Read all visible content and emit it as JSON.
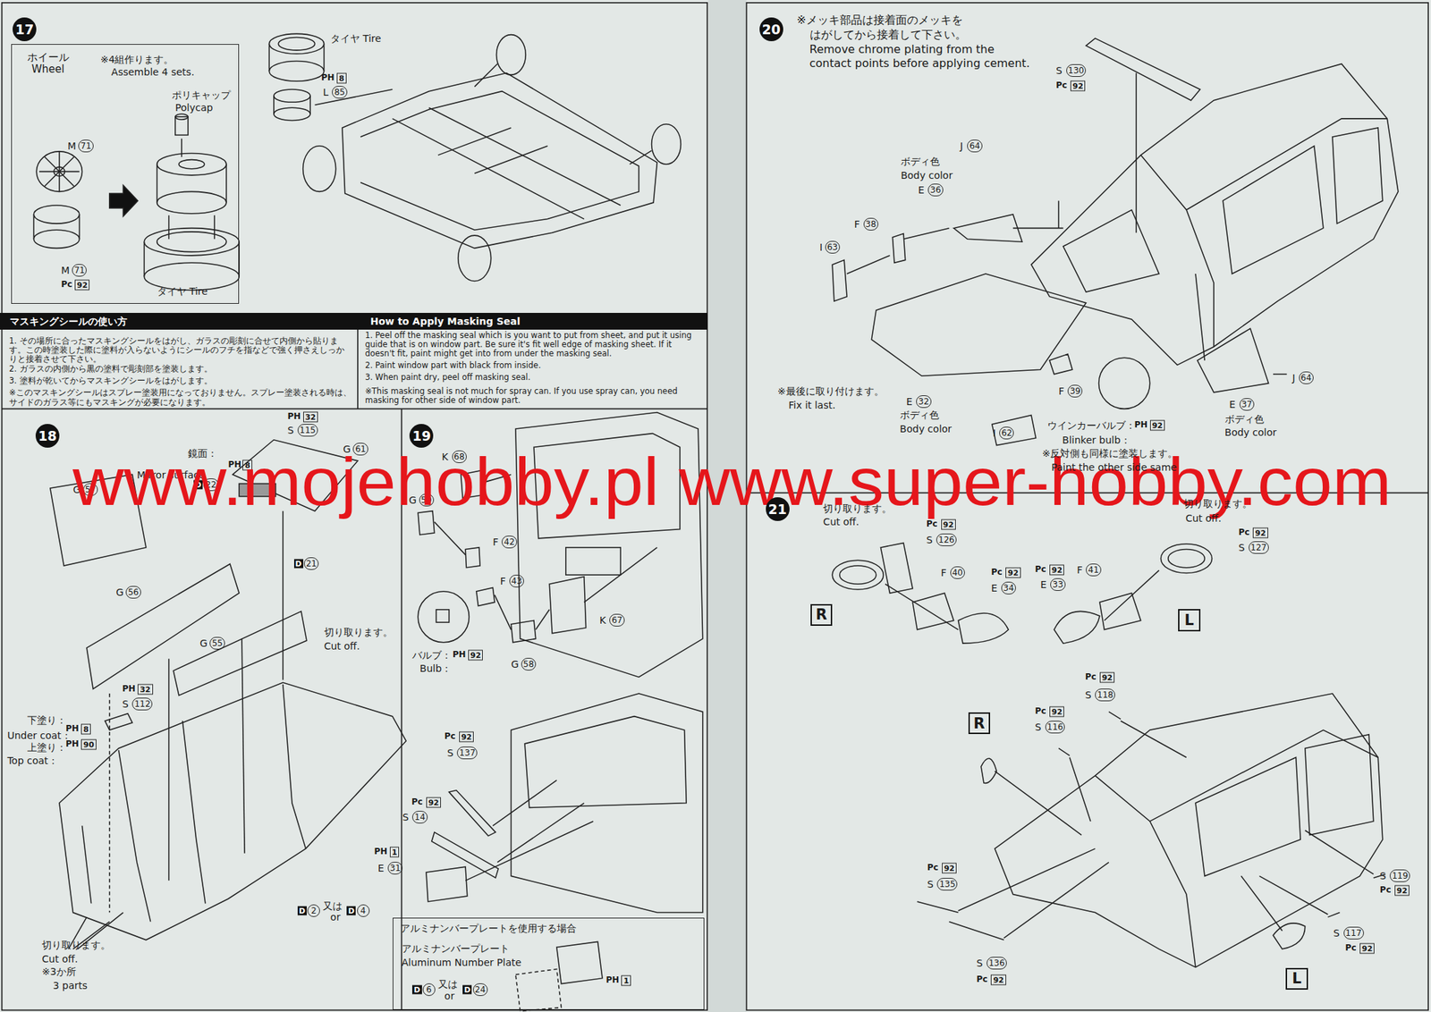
{
  "diagram": {
    "nodes": [
      {
        "text": [
          "ホイール Wheel"
        ]
      },
      {
        "text": [
          "マスキングシールの使い方",
          "How to Apply Masking Seal"
        ]
      },
      {
        "text": [
          "アルミナンバープレートを使用する場合"
        ]
      },
      {
        "text": [
          "R"
        ]
      },
      {
        "text": [
          "L"
        ]
      },
      {
        "text": [
          "R"
        ]
      },
      {
        "text": [
          "L"
        ]
      }
    ],
    "labels": [
      "17",
      "※4組作ります。",
      "Assemble 4 sets.",
      "ポリキャップ",
      "Polycap",
      "M",
      "71",
      "M",
      "71",
      "Pc",
      "92",
      "タイヤ Tire",
      "タイヤ Tire",
      "PH",
      "8",
      "L",
      "85",
      "1. その場所に合ったマスキングシールをはがし、ガラスの彫刻に合せて内側から貼ります。この時塗装した際に塗料が入らないようにシールのフチを指などで強く押さえしっかりと接着させて下さい。",
      "2. ガラスの内側から黒の塗料で彫刻部を塗装します。",
      "3. 塗料が乾いてからマスキングシールをはがします。",
      "※このマスキングシールはスプレー塗装用になっておりません。スプレー塗装される時は、サイドのガラス等にもマスキングが必要になります。",
      "1. Peel off the masking seal which is you want to put from sheet, and put it using guide that is on window part. Be sure it's fit well edge of masking sheet. If it doesn't fit, paint might get into from under the masking seal.",
      "2. Paint window part with black from inside.",
      "3. When paint dry, peel off masking seal.",
      "※This masking seal is not much for spray can. If you use spray can, you need masking for other side of window part.",
      "18",
      "鏡面：",
      "Mirror surface",
      "PH",
      "8",
      "PH",
      "32",
      "S",
      "115",
      "G",
      "61",
      "D",
      "22",
      "D",
      "21",
      "G",
      "57",
      "G",
      "56",
      "G",
      "55",
      "切り取ります。",
      "Cut off.",
      "PH",
      "32",
      "S",
      "112",
      "下塗り：",
      "PH",
      "8",
      "Under coat：",
      "上塗り：",
      "PH",
      "90",
      "Top coat：",
      "切り取ります。",
      "Cut off.",
      "※3か所",
      "3 parts",
      "19",
      "K",
      "68",
      "G",
      "59",
      "F",
      "42",
      "F",
      "43",
      "バルブ：",
      "PH",
      "92",
      "Bulb：",
      "G",
      "58",
      "K",
      "67",
      "Pc",
      "92",
      "S",
      "137",
      "Pc",
      "92",
      "S",
      "14",
      "PH",
      "1",
      "E",
      "31",
      "D",
      "2",
      "又は",
      "or",
      "D",
      "4",
      "アルミナンバープレート",
      "Aluminum Number Plate",
      "D",
      "6",
      "又は",
      "or",
      "D",
      "24",
      "PH",
      "1",
      "www.mojehobby.pl www.super-hobby.com",
      "20",
      "※メッキ部品は接着面のメッキを",
      "はがしてから接着して下さい。",
      "Remove chrome plating from the",
      "contact points before applying cement.",
      "S",
      "130",
      "Pc",
      "92",
      "J",
      "64",
      "ボディ色",
      "Body color",
      "E",
      "36",
      "F",
      "38",
      "I",
      "63",
      "※最後に取り付けます。",
      "Fix it last.",
      "F",
      "39",
      "J",
      "64",
      "E",
      "32",
      "ボディ色",
      "Body color",
      "E",
      "37",
      "ボディ色",
      "Body color",
      "ウインカーバルブ：",
      "PH",
      "92",
      "I",
      "62",
      "Blinker bulb：",
      "※反対側も同様に塗装します。",
      "Paint the other side same",
      "21",
      "切り取ります。",
      "Cut off.",
      "Pc",
      "92",
      "S",
      "126",
      "切り取ります。",
      "Cut off.",
      "Pc",
      "92",
      "S",
      "127",
      "F",
      "40",
      "Pc",
      "92",
      "E",
      "34",
      "Pc",
      "92",
      "E",
      "33",
      "F",
      "41",
      "Pc",
      "92",
      "S",
      "118",
      "Pc",
      "92",
      "S",
      "116",
      "Pc",
      "92",
      "S",
      "135",
      "S",
      "119",
      "Pc",
      "92",
      "S",
      "117",
      "Pc",
      "92",
      "S",
      "136",
      "Pc",
      "92"
    ]
  }
}
